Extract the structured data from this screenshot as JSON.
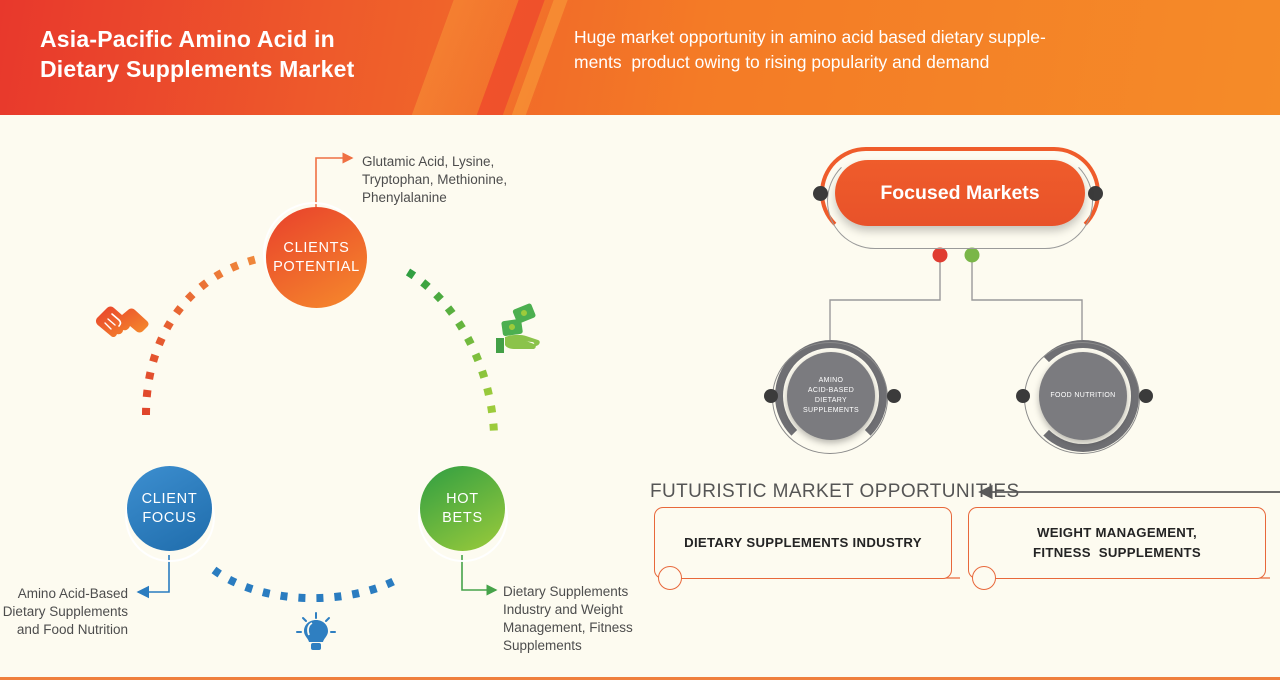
{
  "header": {
    "title": "Asia-Pacific Amino Acid in Dietary Supplements Market",
    "subtitle": "Huge market opportunity in amino acid based dietary supple-ments  product owing to rising popularity and demand"
  },
  "left_diagram": {
    "nodes": [
      {
        "id": "clients-potential",
        "label": "CLIENTS\nPOTENTIAL",
        "color": "#ef5c2b",
        "note": "Glutamic Acid, Lysine, Tryptophan, Methionine, Phenylalanine"
      },
      {
        "id": "client-focus",
        "label": "CLIENT\nFOCUS",
        "color": "#2a7cc0",
        "note": "Amino Acid-Based Dietary Supplements and Food Nutrition"
      },
      {
        "id": "hot-bets",
        "label": "HOT\nBETS",
        "color": "#43a047",
        "note": "Dietary Supplements Industry and Weight Management, Fitness Supplements"
      }
    ],
    "icons": [
      "handshake-icon",
      "money-in-hand-icon",
      "lightbulb-icon"
    ]
  },
  "right_diagram": {
    "focused_markets_label": "Focused Markets",
    "markets": [
      {
        "label": "AMINO ACID-BASED DIETARY SUPPLEMENTS",
        "connector_color": "#e03c31"
      },
      {
        "label": "FOOD NUTRITION",
        "connector_color": "#7ab648"
      }
    ],
    "opportunities_title": "FUTURISTIC MARKET OPPORTUNITIES",
    "opportunities": [
      "DIETARY SUPPLEMENTS INDUSTRY",
      "WEIGHT MANAGEMENT, FITNESS  SUPPLEMENTS"
    ]
  },
  "colors": {
    "background": "#fdfbf0",
    "header_start": "#e8382c",
    "header_end": "#f58b28",
    "orange": "#ef5c2b",
    "blue": "#2a7cc0",
    "green": "#43a047",
    "gray": "#7b7b7f"
  }
}
